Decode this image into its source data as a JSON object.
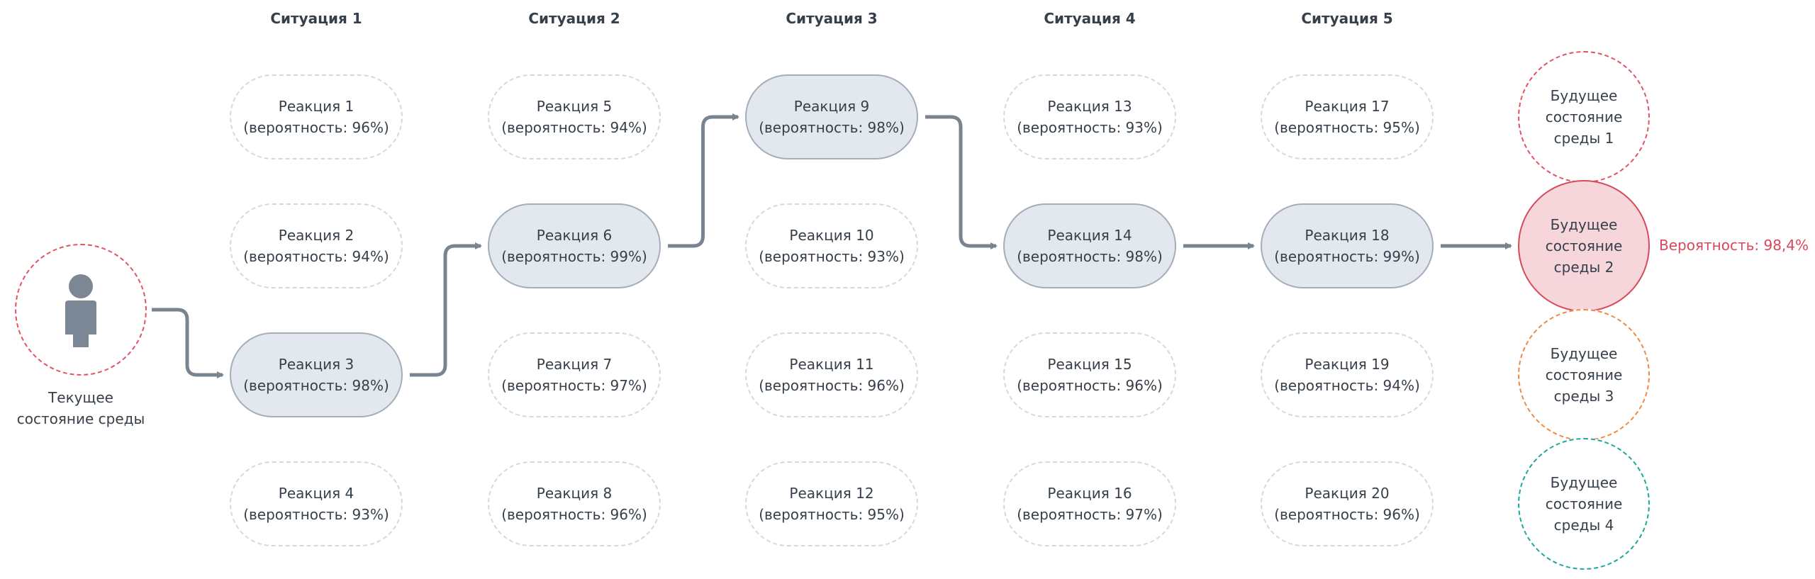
{
  "columns": [
    "Ситуация 1",
    "Ситуация 2",
    "Ситуация 3",
    "Ситуация 4",
    "Ситуация 5"
  ],
  "current_state": {
    "icon": "person-icon",
    "label": "Текущее состояние среды"
  },
  "reactions": [
    [
      {
        "name": "Реакция 1",
        "prob": "(вероятность: 96%)",
        "active": false
      },
      {
        "name": "Реакция 2",
        "prob": "(вероятность: 94%)",
        "active": false
      },
      {
        "name": "Реакция 3",
        "prob": "(вероятность: 98%)",
        "active": true
      },
      {
        "name": "Реакция 4",
        "prob": "(вероятность: 93%)",
        "active": false
      }
    ],
    [
      {
        "name": "Реакция 5",
        "prob": "(вероятность: 94%)",
        "active": false
      },
      {
        "name": "Реакция 6",
        "prob": "(вероятность: 99%)",
        "active": true
      },
      {
        "name": "Реакция 7",
        "prob": "(вероятность: 97%)",
        "active": false
      },
      {
        "name": "Реакция 8",
        "prob": "(вероятность: 96%)",
        "active": false
      }
    ],
    [
      {
        "name": "Реакция 9",
        "prob": "(вероятность: 98%)",
        "active": true
      },
      {
        "name": "Реакция 10",
        "prob": "(вероятность: 93%)",
        "active": false
      },
      {
        "name": "Реакция 11",
        "prob": "(вероятность: 96%)",
        "active": false
      },
      {
        "name": "Реакция 12",
        "prob": "(вероятность: 95%)",
        "active": false
      }
    ],
    [
      {
        "name": "Реакция 13",
        "prob": "(вероятность: 93%)",
        "active": false
      },
      {
        "name": "Реакция 14",
        "prob": "(вероятность: 98%)",
        "active": true
      },
      {
        "name": "Реакция 15",
        "prob": "(вероятность: 96%)",
        "active": false
      },
      {
        "name": "Реакция 16",
        "prob": "(вероятность: 97%)",
        "active": false
      }
    ],
    [
      {
        "name": "Реакция 17",
        "prob": "(вероятность: 95%)",
        "active": false
      },
      {
        "name": "Реакция 18",
        "prob": "(вероятность: 99%)",
        "active": true
      },
      {
        "name": "Реакция 19",
        "prob": "(вероятность: 94%)",
        "active": false
      },
      {
        "name": "Реакция 20",
        "prob": "(вероятность: 96%)",
        "active": false
      }
    ]
  ],
  "future_states": [
    {
      "label": "Будущее состояние среды 1",
      "color": "#e05565",
      "selected": false
    },
    {
      "label": "Будущее состояние среды 2",
      "color": "#d64a5a",
      "selected": true
    },
    {
      "label": "Будущее состояние среды 3",
      "color": "#ee8a46",
      "selected": false
    },
    {
      "label": "Будущее состояние среды 4",
      "color": "#1fa89a",
      "selected": false
    }
  ],
  "selected_probability": "Вероятность: 98,4%",
  "colors": {
    "arrow": "#78848f",
    "active_fill": "#e3e8ef",
    "active_border": "#a4adba",
    "inactive_border": "#d6d8db",
    "highlight": "#d9485a",
    "icon": "#7b8794"
  }
}
